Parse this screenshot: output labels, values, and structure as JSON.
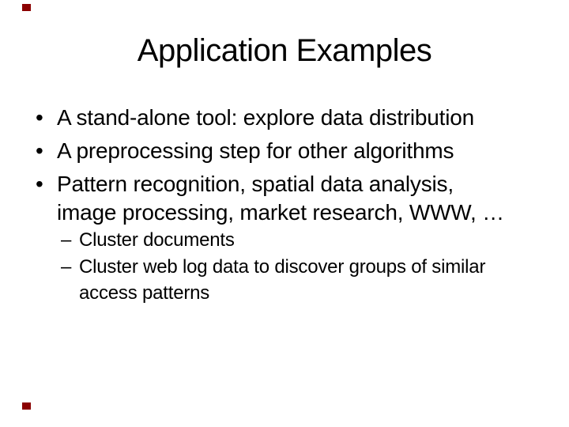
{
  "slide": {
    "title": "Application Examples",
    "bullets": [
      {
        "marker": "•",
        "level": 1,
        "text": "A stand-alone tool: explore data distribution"
      },
      {
        "marker": "•",
        "level": 1,
        "text": "A preprocessing step for other algorithms"
      },
      {
        "marker": "•",
        "level": 1,
        "text": "Pattern recognition, spatial data analysis, image processing, market research, WWW, …"
      },
      {
        "marker": "–",
        "level": 2,
        "text": "Cluster documents"
      },
      {
        "marker": "–",
        "level": 2,
        "text": "Cluster web log data to discover groups of similar access patterns"
      }
    ],
    "colors": {
      "background": "#ffffff",
      "text": "#000000",
      "corner_mark": "#8b0000"
    }
  }
}
